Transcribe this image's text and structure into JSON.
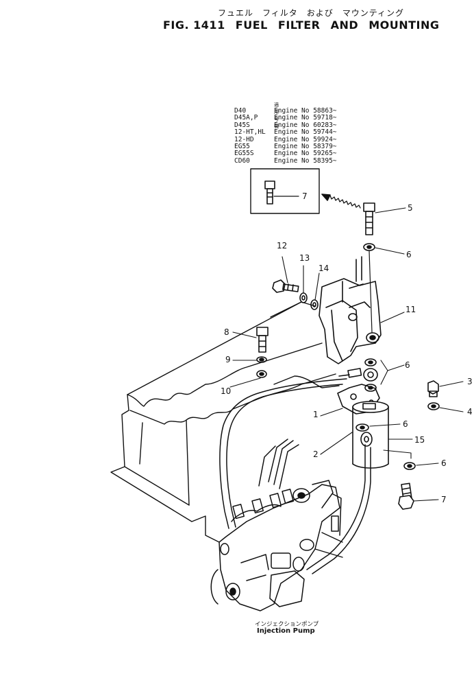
{
  "title_jp": "フュエル　フィルタ　および　マウンティング",
  "title_parts": [
    "FIG. 1411",
    "FUEL",
    "FILTER",
    "AND",
    "MOUNTING"
  ],
  "applicability": {
    "header": "適用号機",
    "rows": [
      {
        "model": "D40",
        "serial": "Engine No 58863~"
      },
      {
        "model": "D45A,P",
        "serial": "Engine No 59718~"
      },
      {
        "model": "D45S",
        "serial": "Engine No 60283~"
      },
      {
        "model": "12-HT,HL",
        "serial": "Engine No 59744~"
      },
      {
        "model": "12-HD",
        "serial": "Engine No 59924~"
      },
      {
        "model": "EG55",
        "serial": "Engine No 58379~"
      },
      {
        "model": "EG55S",
        "serial": "Engine No 59265~"
      },
      {
        "model": "CD60",
        "serial": "Engine No 58395~"
      }
    ]
  },
  "callouts": {
    "c7_inset": "7",
    "c5": "5",
    "c6_top": "6",
    "c12": "12",
    "c13": "13",
    "c14": "14",
    "c11": "11",
    "c8": "8",
    "c9": "9",
    "c6_mid": "6",
    "c10": "10",
    "c3": "3",
    "c4": "4",
    "c1": "1",
    "c6_low": "6",
    "c15": "15",
    "c2": "2",
    "c6_bottom": "6",
    "c7_bottom": "7"
  },
  "pump_label_jp": "インジェクションポンプ",
  "pump_label_en": "Injection Pump",
  "colors": {
    "ink": "#111111",
    "paper": "#ffffff"
  }
}
